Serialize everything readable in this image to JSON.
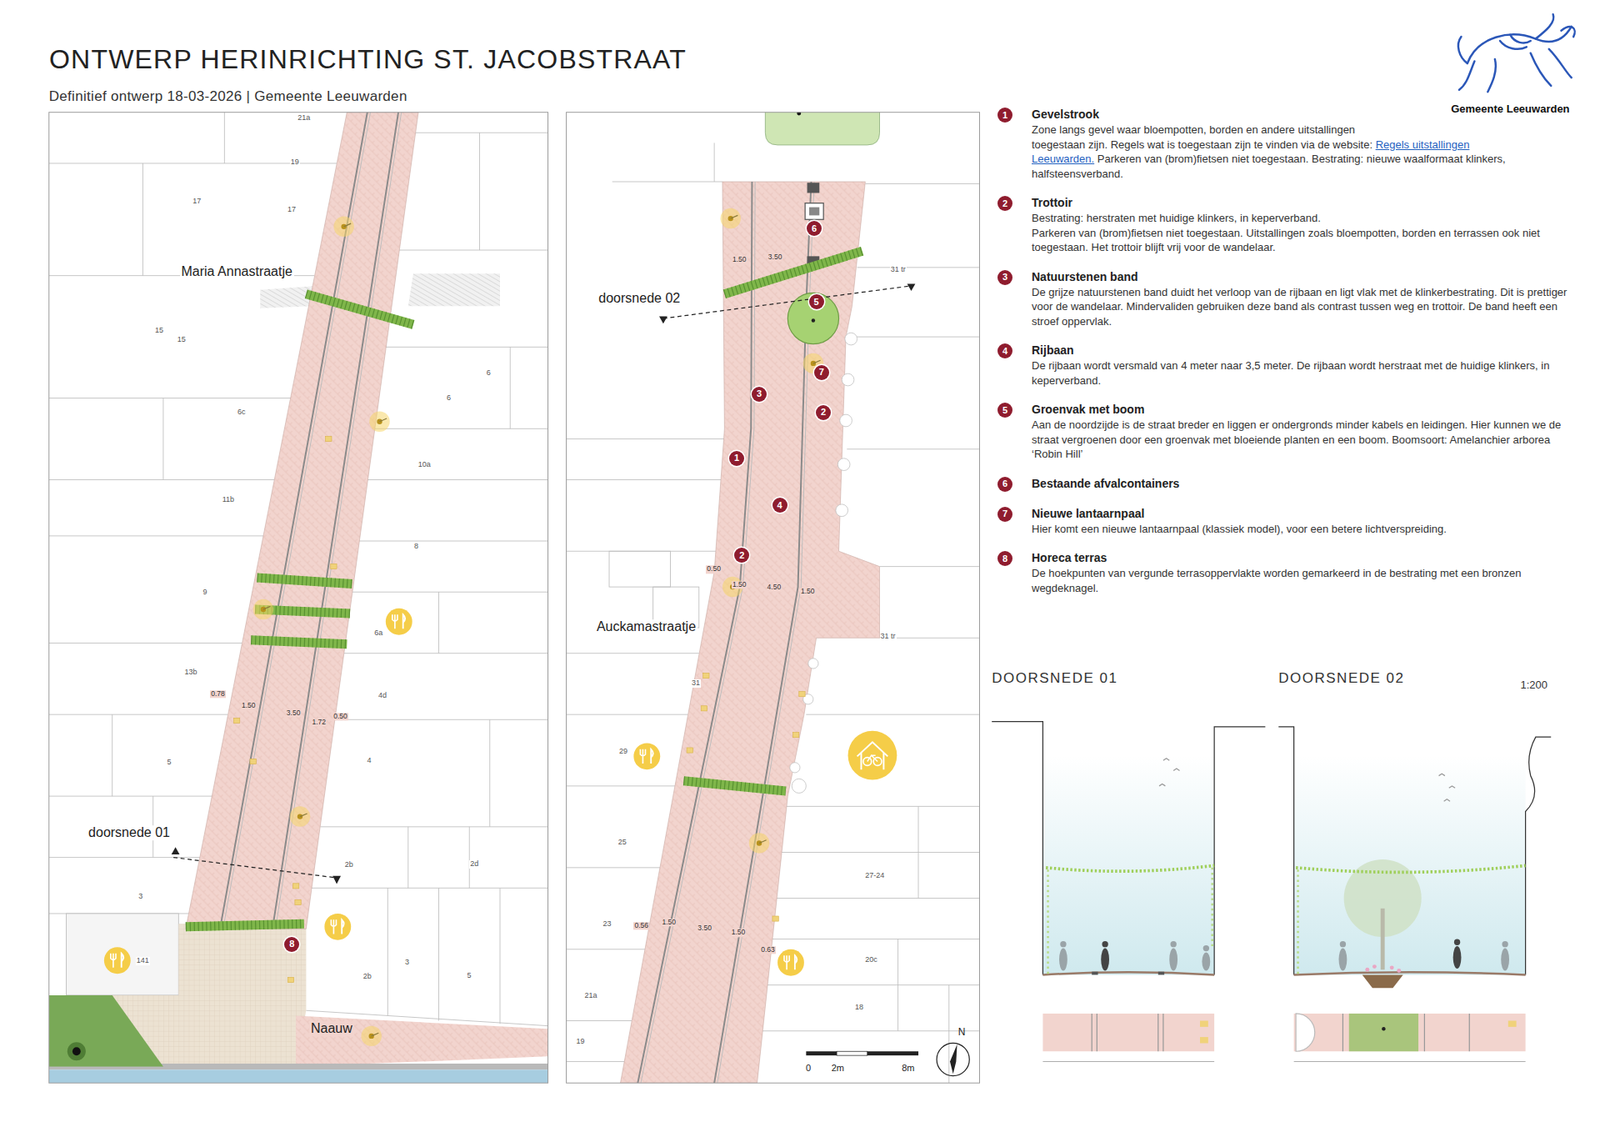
{
  "diagram": {
    "title": "ONTWERP HERINRICHTING ST. JACOBSTRAAT",
    "nodes": [
      {
        "text": [
          "8"
        ]
      },
      {
        "text": [
          "6"
        ]
      },
      {
        "text": [
          "5"
        ]
      },
      {
        "text": [
          "7"
        ]
      },
      {
        "text": [
          "3"
        ]
      },
      {
        "text": [
          "2"
        ]
      },
      {
        "text": [
          "1"
        ]
      },
      {
        "text": [
          "4"
        ]
      },
      {
        "text": [
          "2"
        ]
      },
      {
        "text": [
          "1"
        ]
      },
      {
        "text": [
          "2"
        ]
      },
      {
        "text": [
          "3"
        ]
      },
      {
        "text": [
          "4"
        ]
      },
      {
        "text": [
          "5"
        ]
      },
      {
        "text": [
          "6"
        ]
      },
      {
        "text": [
          "7"
        ]
      },
      {
        "text": [
          "8"
        ]
      }
    ],
    "labels": [
      "Definitief ontwerp 18-03-2026 | Gemeente Leeuwarden",
      "Gemeente Leeuwarden",
      "21a",
      "19",
      "17",
      "17",
      "Maria Annastraatje",
      "15",
      "15",
      "6",
      "6",
      "6c",
      "10a",
      "11b",
      "8",
      "9",
      "6a",
      "13b",
      "4d",
      "0.78",
      "1.50",
      "3.50",
      "1.72",
      "0.50",
      "5",
      "4",
      "doorsnede 01",
      "2b",
      "2d",
      "3",
      "141",
      "3",
      "2b",
      "5",
      "Naauw",
      "doorsnede 02",
      "31 tr",
      "1.50",
      "3.50",
      "0.50",
      "1.50",
      "4.50",
      "1.50",
      "Auckamastraatje",
      "31 tr",
      "31",
      "29",
      "25",
      "27-24",
      "0.56",
      "1.50",
      "3.50",
      "1.50",
      "0.63",
      "23",
      "20c",
      "21a",
      "18",
      "19",
      "0",
      "2m",
      "8m",
      "N",
      "Gevelstrook",
      "Zone langs gevel waar bloempotten, borden en andere uitstallingen",
      "toegestaan zijn. Regels wat is toegestaan zijn te vinden via de website:",
      "Regels uitstallingen Leeuwarden.",
      "Parkeren van (brom)fietsen niet toegestaan. Bestrating: nieuwe waalformaat klinkers, halfsteensverband.",
      "Trottoir",
      "Bestrating: herstraten met huidige klinkers, in keperverband.",
      "Parkeren van (brom)fietsen niet toegestaan. Uitstallingen zoals bloempotten, borden en terrassen ook niet toegestaan. Het trottoir blijft vrij voor de wandelaar.",
      "Natuurstenen band",
      "De grijze natuurstenen band duidt het verloop van de rijbaan en ligt vlak met de klinkerbestrating. Dit is prettiger voor de wandelaar. Mindervaliden gebruiken deze band als contrast tussen weg en trottoir. De band heeft een stroef oppervlak.",
      "Rijbaan",
      "De rijbaan wordt versmald van 4 meter naar 3,5 meter. De rijbaan wordt herstraat met de huidige klinkers, in keperverband.",
      "Groenvak met boom",
      "Aan de noordzijde is de straat breder en liggen er ondergronds minder kabels en leidingen. Hier kunnen we de straat vergroenen door een groenvak met bloeiende planten en een boom. Boomsoort: Amelanchier arborea ‘Robin Hill’",
      "Bestaande afvalcontainers",
      "Nieuwe lantaarnpaal",
      "Hier komt een nieuwe lantaarnpaal (klassiek model), voor een betere lichtverspreiding.",
      "Horeca terras",
      "De hoekpunten van vergunde terrasoppervlakte worden gemarkeerd in de bestrating met een bronzen wegdeknagel.",
      "DOORSNEDE 01",
      "DOORSNEDE 02",
      "1:200"
    ]
  }
}
